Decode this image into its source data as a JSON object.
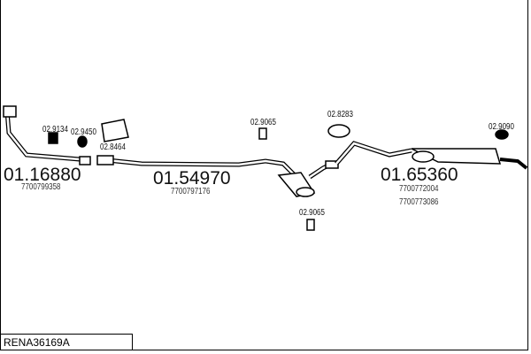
{
  "diagram_code": "RENA36169A",
  "parts": [
    {
      "number": "01.16880",
      "refs": [
        "7700799358"
      ]
    },
    {
      "number": "01.54970",
      "refs": [
        "7700797176"
      ]
    },
    {
      "number": "01.65360",
      "refs": [
        "7700772004",
        "7700773086"
      ]
    }
  ],
  "accessories": [
    "02.9134",
    "02.9450",
    "02.8464",
    "02.9065",
    "02.8283",
    "02.9065",
    "02.9090"
  ]
}
